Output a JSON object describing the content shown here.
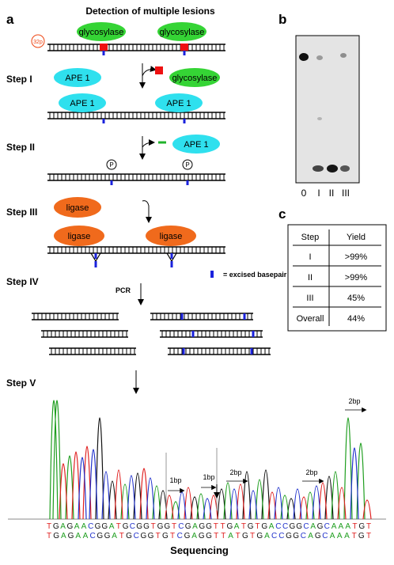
{
  "figure": {
    "title": "Detection of multiple lesions",
    "panel_a": "a",
    "panel_b": "b",
    "panel_c": "c"
  },
  "steps": {
    "s1": "Step I",
    "s2": "Step II",
    "s3": "Step III",
    "s4": "Step IV",
    "s5": "Step V"
  },
  "labels": {
    "p32": "32p",
    "glycosylase": "glycosylase",
    "ape1": "APE 1",
    "ligase": "ligase",
    "phosphate": "P",
    "excised_legend": "= excised basepair",
    "pcr": "PCR",
    "sequencing": "Sequencing",
    "bp1": "1bp",
    "bp2": "2bp"
  },
  "colors": {
    "glycosylase": "#35d435",
    "ape1": "#2fe0ee",
    "ligase": "#f06a1c",
    "lesion_red": "#ee1111",
    "excised_blue": "#1a22dd",
    "gel_bg": "#e4e4e4"
  },
  "gel": {
    "lanes": [
      "0",
      "I",
      "II",
      "III"
    ]
  },
  "table": {
    "headers": [
      "Step",
      "Yield"
    ],
    "rows": [
      [
        "I",
        ">99%"
      ],
      [
        "II",
        ">99%"
      ],
      [
        "III",
        "45%"
      ],
      [
        "Overall",
        "44%"
      ]
    ]
  },
  "sequence": {
    "line1": "TGAGAACGGATGCGGTGGTCGAGGTTGATGTGACCGGCAGCAAATGT",
    "line2": "TGAGAACGGATGCGGTGTCGAGGTTATGTGACCGGCAGCAAATGT"
  }
}
